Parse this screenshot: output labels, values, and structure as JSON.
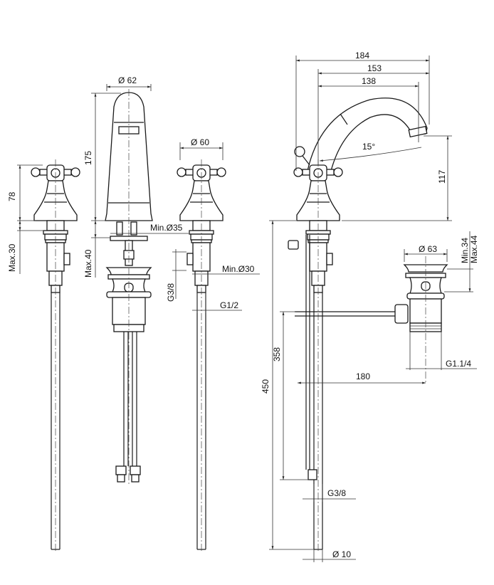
{
  "dimensions": {
    "spout_diameter": "Ø 62",
    "spout_height": "175",
    "min_hole_spout": "Min.Ø35",
    "max_deck_spout": "Max.40",
    "valve_height": "78",
    "max_deck_valve": "Max.30",
    "handle_diameter": "Ø 60",
    "min_hole_valve": "Min.Ø30",
    "inlet_thread": "G3/8",
    "outlet_thread": "G1/2",
    "overall_width": "184",
    "spout_reach_153": "153",
    "spout_reach_138": "138",
    "swivel_angle": "15°",
    "spout_outlet_height": "117",
    "waste_diameter": "Ø 63",
    "waste_min": "Min.34",
    "waste_max": "Max.44",
    "waste_thread": "G1.1/4",
    "waste_distance": "180",
    "rod_length": "358",
    "hose_length": "450",
    "hose_thread": "G3/8",
    "hose_diameter": "Ø 10"
  }
}
